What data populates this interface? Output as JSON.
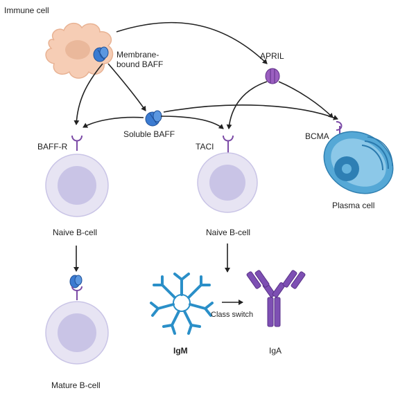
{
  "labels": {
    "immune_cell": "Immune cell",
    "membrane_baff": "Membrane-\nbound BAFF",
    "april": "APRIL",
    "soluble_baff": "Soluble BAFF",
    "baff_r": "BAFF-R",
    "taci": "TACI",
    "bcma": "BCMA",
    "naive_b_cell_left": "Naive B-cell",
    "naive_b_cell_right": "Naive B-cell",
    "plasma_cell": "Plasma cell",
    "mature_b_cell": "Mature B-cell",
    "igm": "IgM",
    "iga": "IgA",
    "class_switch": "Class switch"
  },
  "colors": {
    "b_cell_outer": "#e7e4f3",
    "b_cell_inner": "#c9c4e6",
    "baff": "#3b7bd1",
    "april": "#9b5fc0",
    "receptor": "#7b4aa6",
    "igm": "#2a8fc8",
    "iga": "#7d4fb3",
    "plasma": "#4fa3cf",
    "immune_cell": "#f6cdb5",
    "arrow": "#222222"
  }
}
